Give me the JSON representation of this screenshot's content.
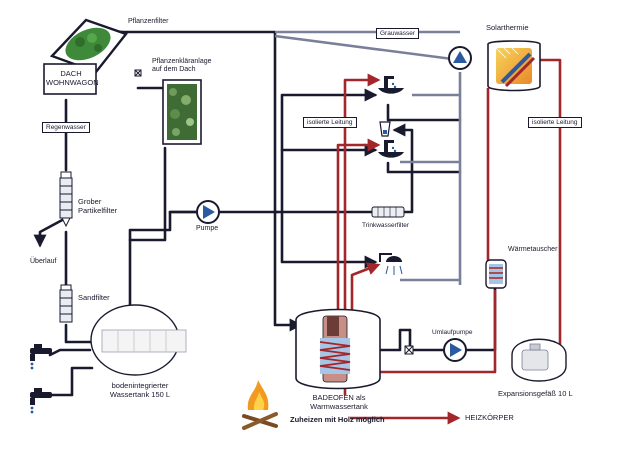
{
  "labels": {
    "pflanzenfilter": "Pflanzenfilter",
    "dach_wohnwagon": [
      "DACH",
      "WOHNWAGON"
    ],
    "pflanzenklaeranlage": [
      "Pflanzenkläranlage",
      "auf dem Dach"
    ],
    "regenwasser": "Regenwasser",
    "grober_partikelfilter": [
      "Grober",
      "Partikelfilter"
    ],
    "ueberlauf": "Überlauf",
    "sandfilter": "Sandfilter",
    "pumpe": "Pumpe",
    "grauwasser": "Grauwasser",
    "solarthermie": "Solarthermie",
    "isolierte_leitung_left": "isolierte Leitung",
    "isolierte_leitung_right": "isolierte Leitung",
    "trinkwasserfilter": "Trinkwasserfilter",
    "waermetauscher": "Wärmetauscher",
    "umlaufpumpe": "Umlaufpumpe",
    "wassertank": [
      "bodenintegrierter",
      "Wassertank 150 L"
    ],
    "badeofen": [
      "BADEOFEN als",
      "Warmwassertank"
    ],
    "zuheizen": "Zuheizen mit Holz möglich",
    "expansionsgefaess": "Expansionsgefäß 10 L",
    "heizkoerper": "HEIZKÖRPER"
  },
  "colors": {
    "navy": "#1a1a2e",
    "grey": "#7a7f9a",
    "red": "#a3262b",
    "blue": "#2c5aa0",
    "green": "#3e8a3a"
  },
  "icons": [
    "plant-bed-icon",
    "roof-garden-image",
    "particle-filter-icon",
    "sand-filter-icon",
    "pump-icon",
    "grey-water-pump-icon",
    "solar-collector-icon",
    "sink-icon",
    "glass-icon",
    "shower-icon",
    "water-filter-icon",
    "heat-exchanger-icon",
    "bath-stove-icon",
    "circulation-pump-icon",
    "expansion-vessel-icon",
    "fire-icon",
    "tap-icon",
    "water-tank-icon"
  ]
}
